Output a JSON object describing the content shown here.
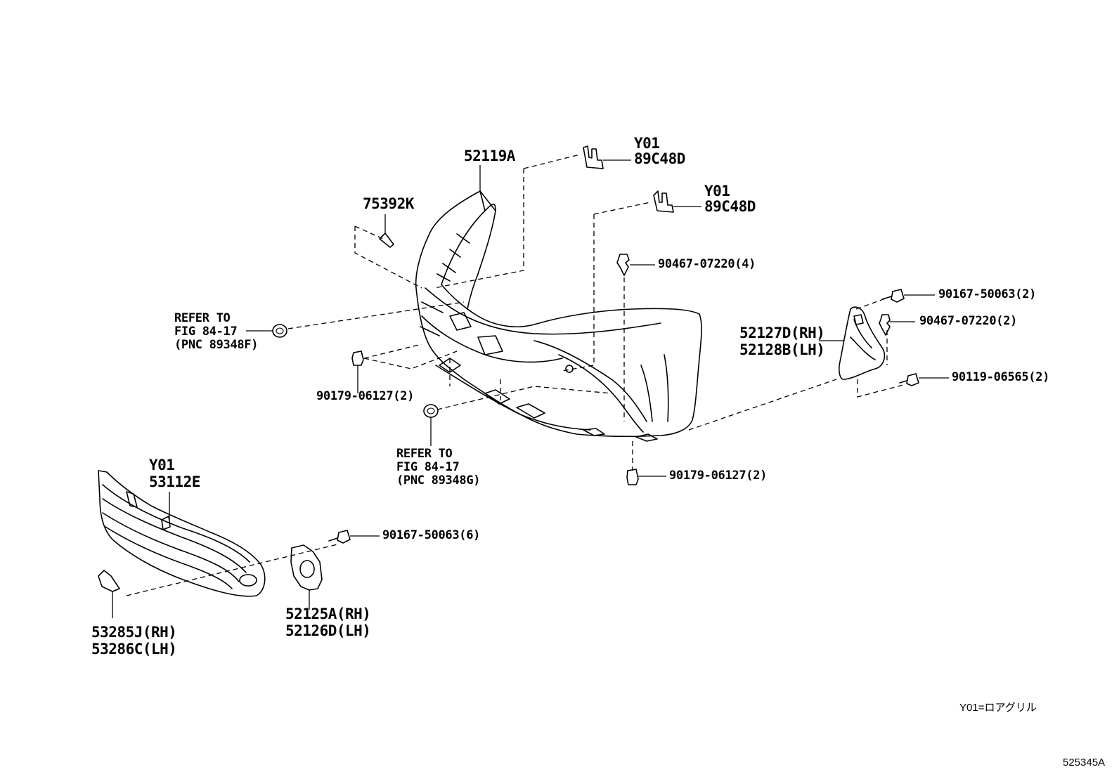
{
  "labels": {
    "p52119a": "52119A",
    "p75392k": "75392K",
    "y01_a": "Y01",
    "p89c48d_a": "89C48D",
    "y01_b": "Y01",
    "p89c48d_b": "89C48D",
    "p90467_4": "90467-07220(4)",
    "p90167_2": "90167-50063(2)",
    "p90467_2": "90467-07220(2)",
    "p52127d": "52127D(RH)",
    "p52128b": "52128B(LH)",
    "p90119_2": "90119-06565(2)",
    "refer_a_1": "REFER TO",
    "refer_a_2": "FIG 84-17",
    "refer_a_3": "(PNC 89348F)",
    "p90179_a": "90179-06127(2)",
    "refer_b_1": "REFER TO",
    "refer_b_2": "FIG 84-17",
    "refer_b_3": "(PNC 89348G)",
    "p90179_b": "90179-06127(2)",
    "y01_c": "Y01",
    "p53112e": "53112E",
    "p90167_6": "90167-50063(6)",
    "p52125a": "52125A(RH)",
    "p52126d": "52126D(LH)",
    "p53285j": "53285J(RH)",
    "p53286c": "53286C(LH)"
  },
  "legend": {
    "note": "Y01=ロアグリル"
  },
  "figure_id": "525345A"
}
